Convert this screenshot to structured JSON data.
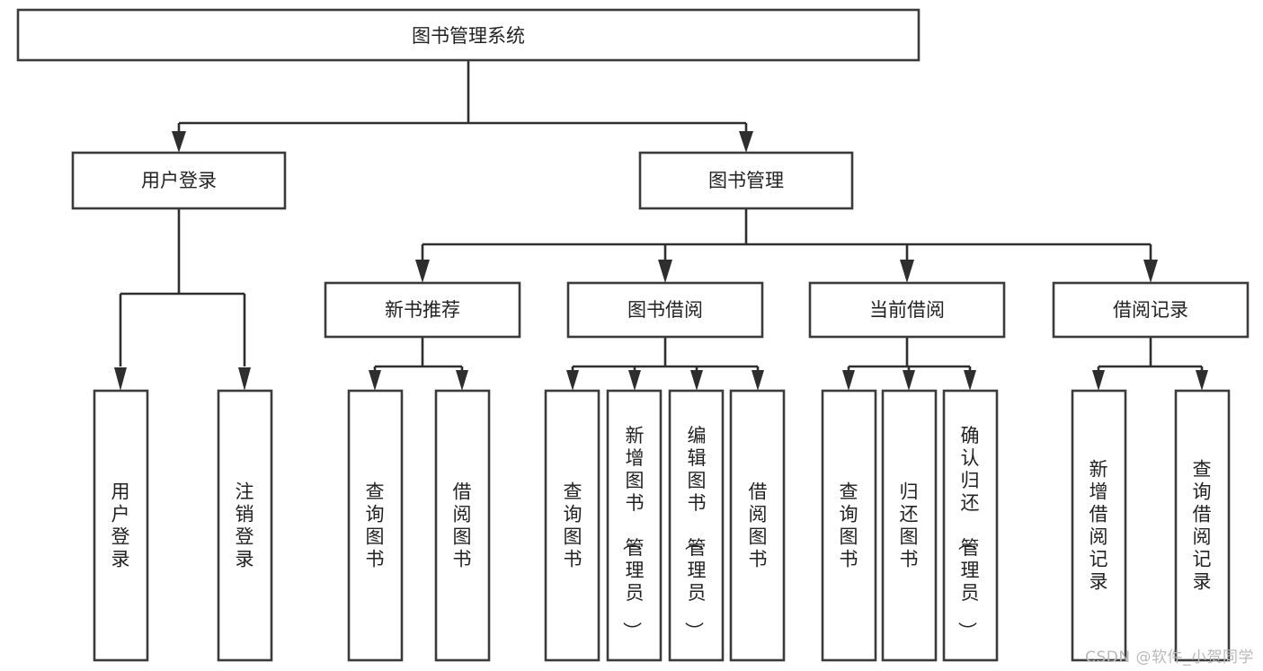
{
  "diagram": {
    "type": "tree",
    "title": "图书管理系统",
    "watermark": "CSDN @软件_小贺同学",
    "colors": {
      "box_stroke": "#3b3b3b",
      "box_fill": "#ffffff",
      "connector": "#2e2e2e",
      "label_text": "#222222",
      "watermark_text": "#b9b9b9",
      "background": "#ffffff"
    },
    "nodes": {
      "root": {
        "label": "图书管理系统",
        "orientation": "horizontal"
      },
      "level2": [
        {
          "label": "用户登录",
          "orientation": "horizontal"
        },
        {
          "label": "图书管理",
          "orientation": "horizontal"
        }
      ],
      "level3": [
        {
          "label": "新书推荐",
          "orientation": "horizontal"
        },
        {
          "label": "图书借阅",
          "orientation": "horizontal"
        },
        {
          "label": "当前借阅",
          "orientation": "horizontal"
        },
        {
          "label": "借阅记录",
          "orientation": "horizontal"
        }
      ],
      "leaves_user_login": [
        {
          "label": "用户登录",
          "orientation": "vertical"
        },
        {
          "label": "注销登录",
          "orientation": "vertical"
        }
      ],
      "leaves_new_book": [
        {
          "label": "查询图书",
          "orientation": "vertical"
        },
        {
          "label": "借阅图书",
          "orientation": "vertical"
        }
      ],
      "leaves_borrow": [
        {
          "label": "查询图书",
          "orientation": "vertical"
        },
        {
          "label": "新增图书（管理员）",
          "orientation": "vertical"
        },
        {
          "label": "编辑图书（管理员）",
          "orientation": "vertical"
        },
        {
          "label": "借阅图书",
          "orientation": "vertical"
        }
      ],
      "leaves_current": [
        {
          "label": "查询图书",
          "orientation": "vertical"
        },
        {
          "label": "归还图书",
          "orientation": "vertical"
        },
        {
          "label": "确认归还（管理员）",
          "orientation": "vertical"
        }
      ],
      "leaves_records": [
        {
          "label": "新增借阅记录",
          "orientation": "vertical"
        },
        {
          "label": "查询借阅记录",
          "orientation": "vertical"
        }
      ]
    },
    "edges": [
      {
        "from": "图书管理系统",
        "to": "用户登录"
      },
      {
        "from": "图书管理系统",
        "to": "图书管理"
      },
      {
        "from": "用户登录",
        "to": "用户登录"
      },
      {
        "from": "用户登录",
        "to": "注销登录"
      },
      {
        "from": "图书管理",
        "to": "新书推荐"
      },
      {
        "from": "图书管理",
        "to": "图书借阅"
      },
      {
        "from": "图书管理",
        "to": "当前借阅"
      },
      {
        "from": "图书管理",
        "to": "借阅记录"
      },
      {
        "from": "新书推荐",
        "to": "查询图书"
      },
      {
        "from": "新书推荐",
        "to": "借阅图书"
      },
      {
        "from": "图书借阅",
        "to": "查询图书"
      },
      {
        "from": "图书借阅",
        "to": "新增图书（管理员）"
      },
      {
        "from": "图书借阅",
        "to": "编辑图书（管理员）"
      },
      {
        "from": "图书借阅",
        "to": "借阅图书"
      },
      {
        "from": "当前借阅",
        "to": "查询图书"
      },
      {
        "from": "当前借阅",
        "to": "归还图书"
      },
      {
        "from": "当前借阅",
        "to": "确认归还（管理员）"
      },
      {
        "from": "借阅记录",
        "to": "新增借阅记录"
      },
      {
        "from": "借阅记录",
        "to": "查询借阅记录"
      }
    ]
  }
}
